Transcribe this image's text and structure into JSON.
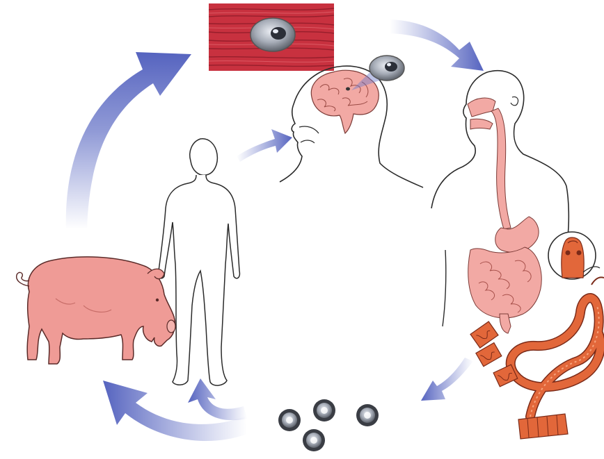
{
  "diagram": {
    "type": "life-cycle",
    "text_labels": [],
    "stages": [
      "cyst-in-muscle",
      "cyst-in-brain",
      "human-head",
      "human-digestive-tract",
      "adult-tapeworm",
      "tapeworm-scolex",
      "tapeworm-proglottids",
      "eggs",
      "pig",
      "human-figure"
    ],
    "colors": {
      "arrow": "#6c79c9",
      "muscle": "#c8313f",
      "organ_pink": "#f2a9a4",
      "pig": "#ef9b96",
      "tapeworm": "#e2673a",
      "cyst": "#8d9095",
      "outline": "#2a2a2a"
    }
  }
}
